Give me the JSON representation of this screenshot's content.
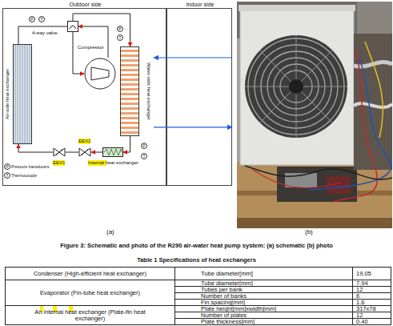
{
  "diagram": {
    "caption": "Figure 3: Schematic and photo of the R290 air-water heat pump system: (a) schematic (b) photo",
    "nodes": [
      {
        "text": [
          "Outdoor side"
        ]
      },
      {
        "text": [
          "Indoor side"
        ]
      },
      {
        "text": [
          "Air-side heat exchanger"
        ],
        "in": 0
      },
      {
        "text": [
          "4-way valve"
        ],
        "in": 0
      },
      {
        "text": [
          "Compressor"
        ],
        "in": 0
      },
      {
        "text": [
          "Water-side heat exchanger"
        ],
        "in": 0
      },
      {
        "text": [
          "EEV1"
        ],
        "in": 0
      },
      {
        "text": [
          "EEV2"
        ],
        "in": 0
      },
      {
        "text": [
          "Internal heat exchanger"
        ],
        "in": 0
      }
    ],
    "edges": [
      {
        "from": 2,
        "to": 3,
        "arrow": "none"
      },
      {
        "from": 4,
        "to": 3,
        "arrow": "to"
      },
      {
        "from": 3,
        "to": 4,
        "arrow": "to"
      },
      {
        "from": 3,
        "to": 5,
        "arrow": "to"
      },
      {
        "from": 5,
        "to": 8,
        "arrow": "to"
      },
      {
        "from": 8,
        "to": 7,
        "arrow": "to"
      },
      {
        "from": 7,
        "to": 6,
        "arrow": "none"
      },
      {
        "from": 6,
        "to": 2,
        "arrow": "to"
      },
      {
        "from": 1,
        "to": 5,
        "arrow": "to"
      },
      {
        "from": 5,
        "to": 1,
        "arrow": "to"
      }
    ],
    "labels": [
      "(a)",
      "(b)",
      "P",
      "T",
      "P",
      "T",
      "P",
      "T",
      "P",
      "T",
      "Table 1 Specifications of heat exchangers",
      "Condenser (High-efficient heat exchanger)",
      "Tube diameter[mm]",
      "19.05",
      "Evaporator (Fin-tube heat exchanger)",
      "Tube diameter[mm]",
      "7.94",
      "Tubes per bank",
      "12",
      "Number of banks",
      "6",
      "Fin spacing[mm]",
      "1.6",
      "An internal heat exchanger (Plate-fin heat exchanger)",
      "Plate height[mm]xwidth[mm]",
      "317x78",
      "Number of plates",
      "12",
      "Plate thickness[mm]",
      "0.40"
    ],
    "legend": [
      {
        "text": "Pressure transducers"
      },
      {
        "text": "Thermocouple"
      }
    ]
  }
}
